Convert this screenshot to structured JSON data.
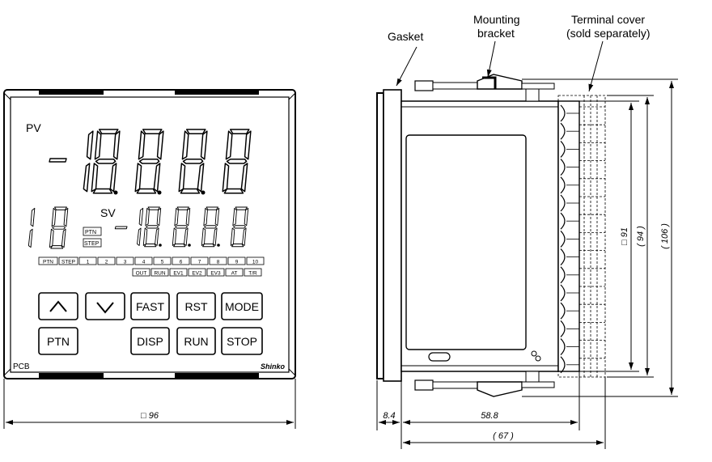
{
  "front_panel": {
    "pv_label": "PV",
    "sv_label": "SV",
    "model_label": "PCB",
    "brand_label": "Shinko",
    "ptn_indicator": "PTN",
    "step_indicator": "STEP",
    "step_row": [
      "PTN",
      "STEP",
      "1",
      "2",
      "3",
      "4",
      "5",
      "6",
      "7",
      "8",
      "9",
      "10"
    ],
    "status_row": [
      "OUT",
      "RUN",
      "EV1",
      "EV2",
      "EV3",
      "AT",
      "T/R"
    ],
    "keys": {
      "up": "up-arrow-icon",
      "down": "down-arrow-icon",
      "fast": "FAST",
      "rst": "RST",
      "mode": "MODE",
      "ptn": "PTN",
      "disp": "DISP",
      "run": "RUN",
      "stop": "STOP"
    }
  },
  "callouts": {
    "gasket": "Gasket",
    "mounting_bracket_line1": "Mounting",
    "mounting_bracket_line2": "bracket",
    "terminal_cover_line1": "Terminal cover",
    "terminal_cover_line2": "(sold separately)"
  },
  "dimensions": {
    "front_width": "□ 96",
    "gasket_depth": "8.4",
    "body_depth": "58.8",
    "total_depth": "( 67 )",
    "panel_cutout": "□ 91",
    "height_94": "( 94 )",
    "height_106": "( 106 )"
  }
}
